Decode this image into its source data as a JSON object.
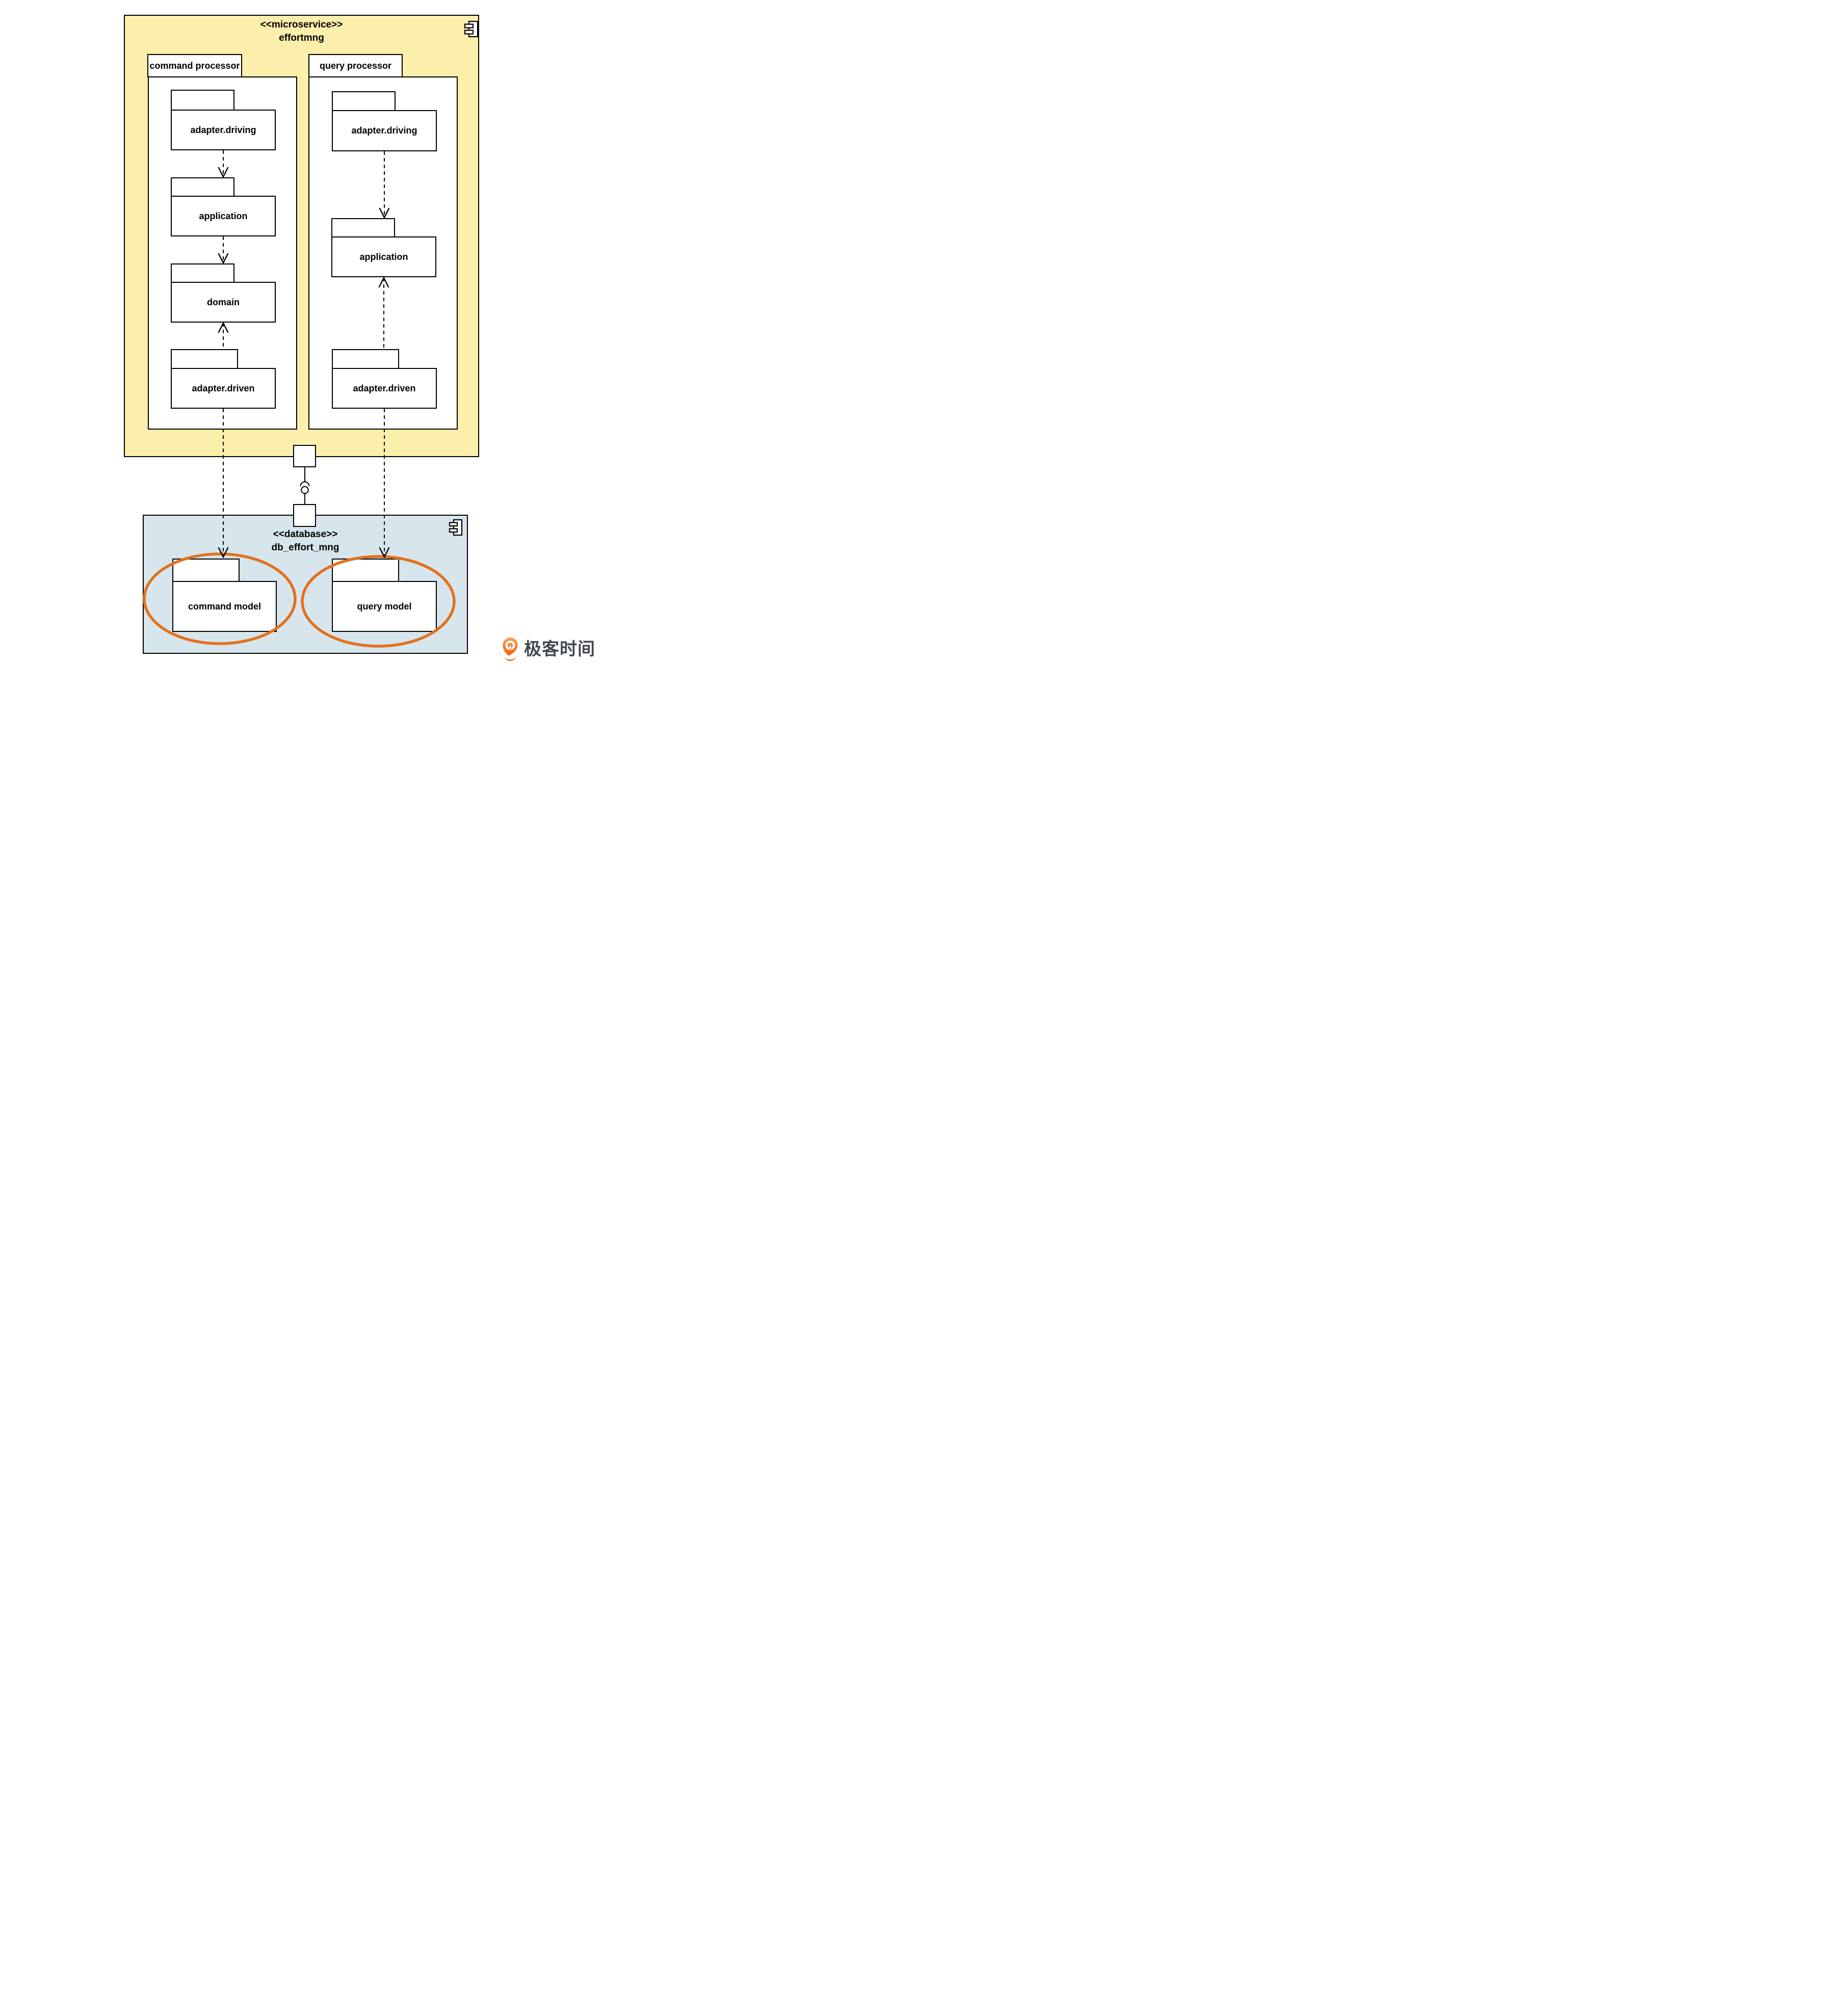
{
  "colors": {
    "microservice_fill": "#FCEEAB",
    "database_fill": "#D7E5EC",
    "highlight_orange": "#E2711D",
    "logo_orange": "#ED7B2D",
    "logo_text_color": "#40474F"
  },
  "microservice": {
    "stereotype": "<<microservice>>",
    "name": "effortmng",
    "command_processor": {
      "label": "command processor",
      "packages": [
        "adapter.driving",
        "application",
        "domain",
        "adapter.driven"
      ]
    },
    "query_processor": {
      "label": "query processor",
      "packages": [
        "adapter.driving",
        "application",
        "adapter.driven"
      ]
    }
  },
  "database": {
    "stereotype": "<<database>>",
    "name": "db_effort_mng",
    "packages": [
      "command model",
      "query model"
    ]
  },
  "logo": {
    "text": "极客时间"
  }
}
